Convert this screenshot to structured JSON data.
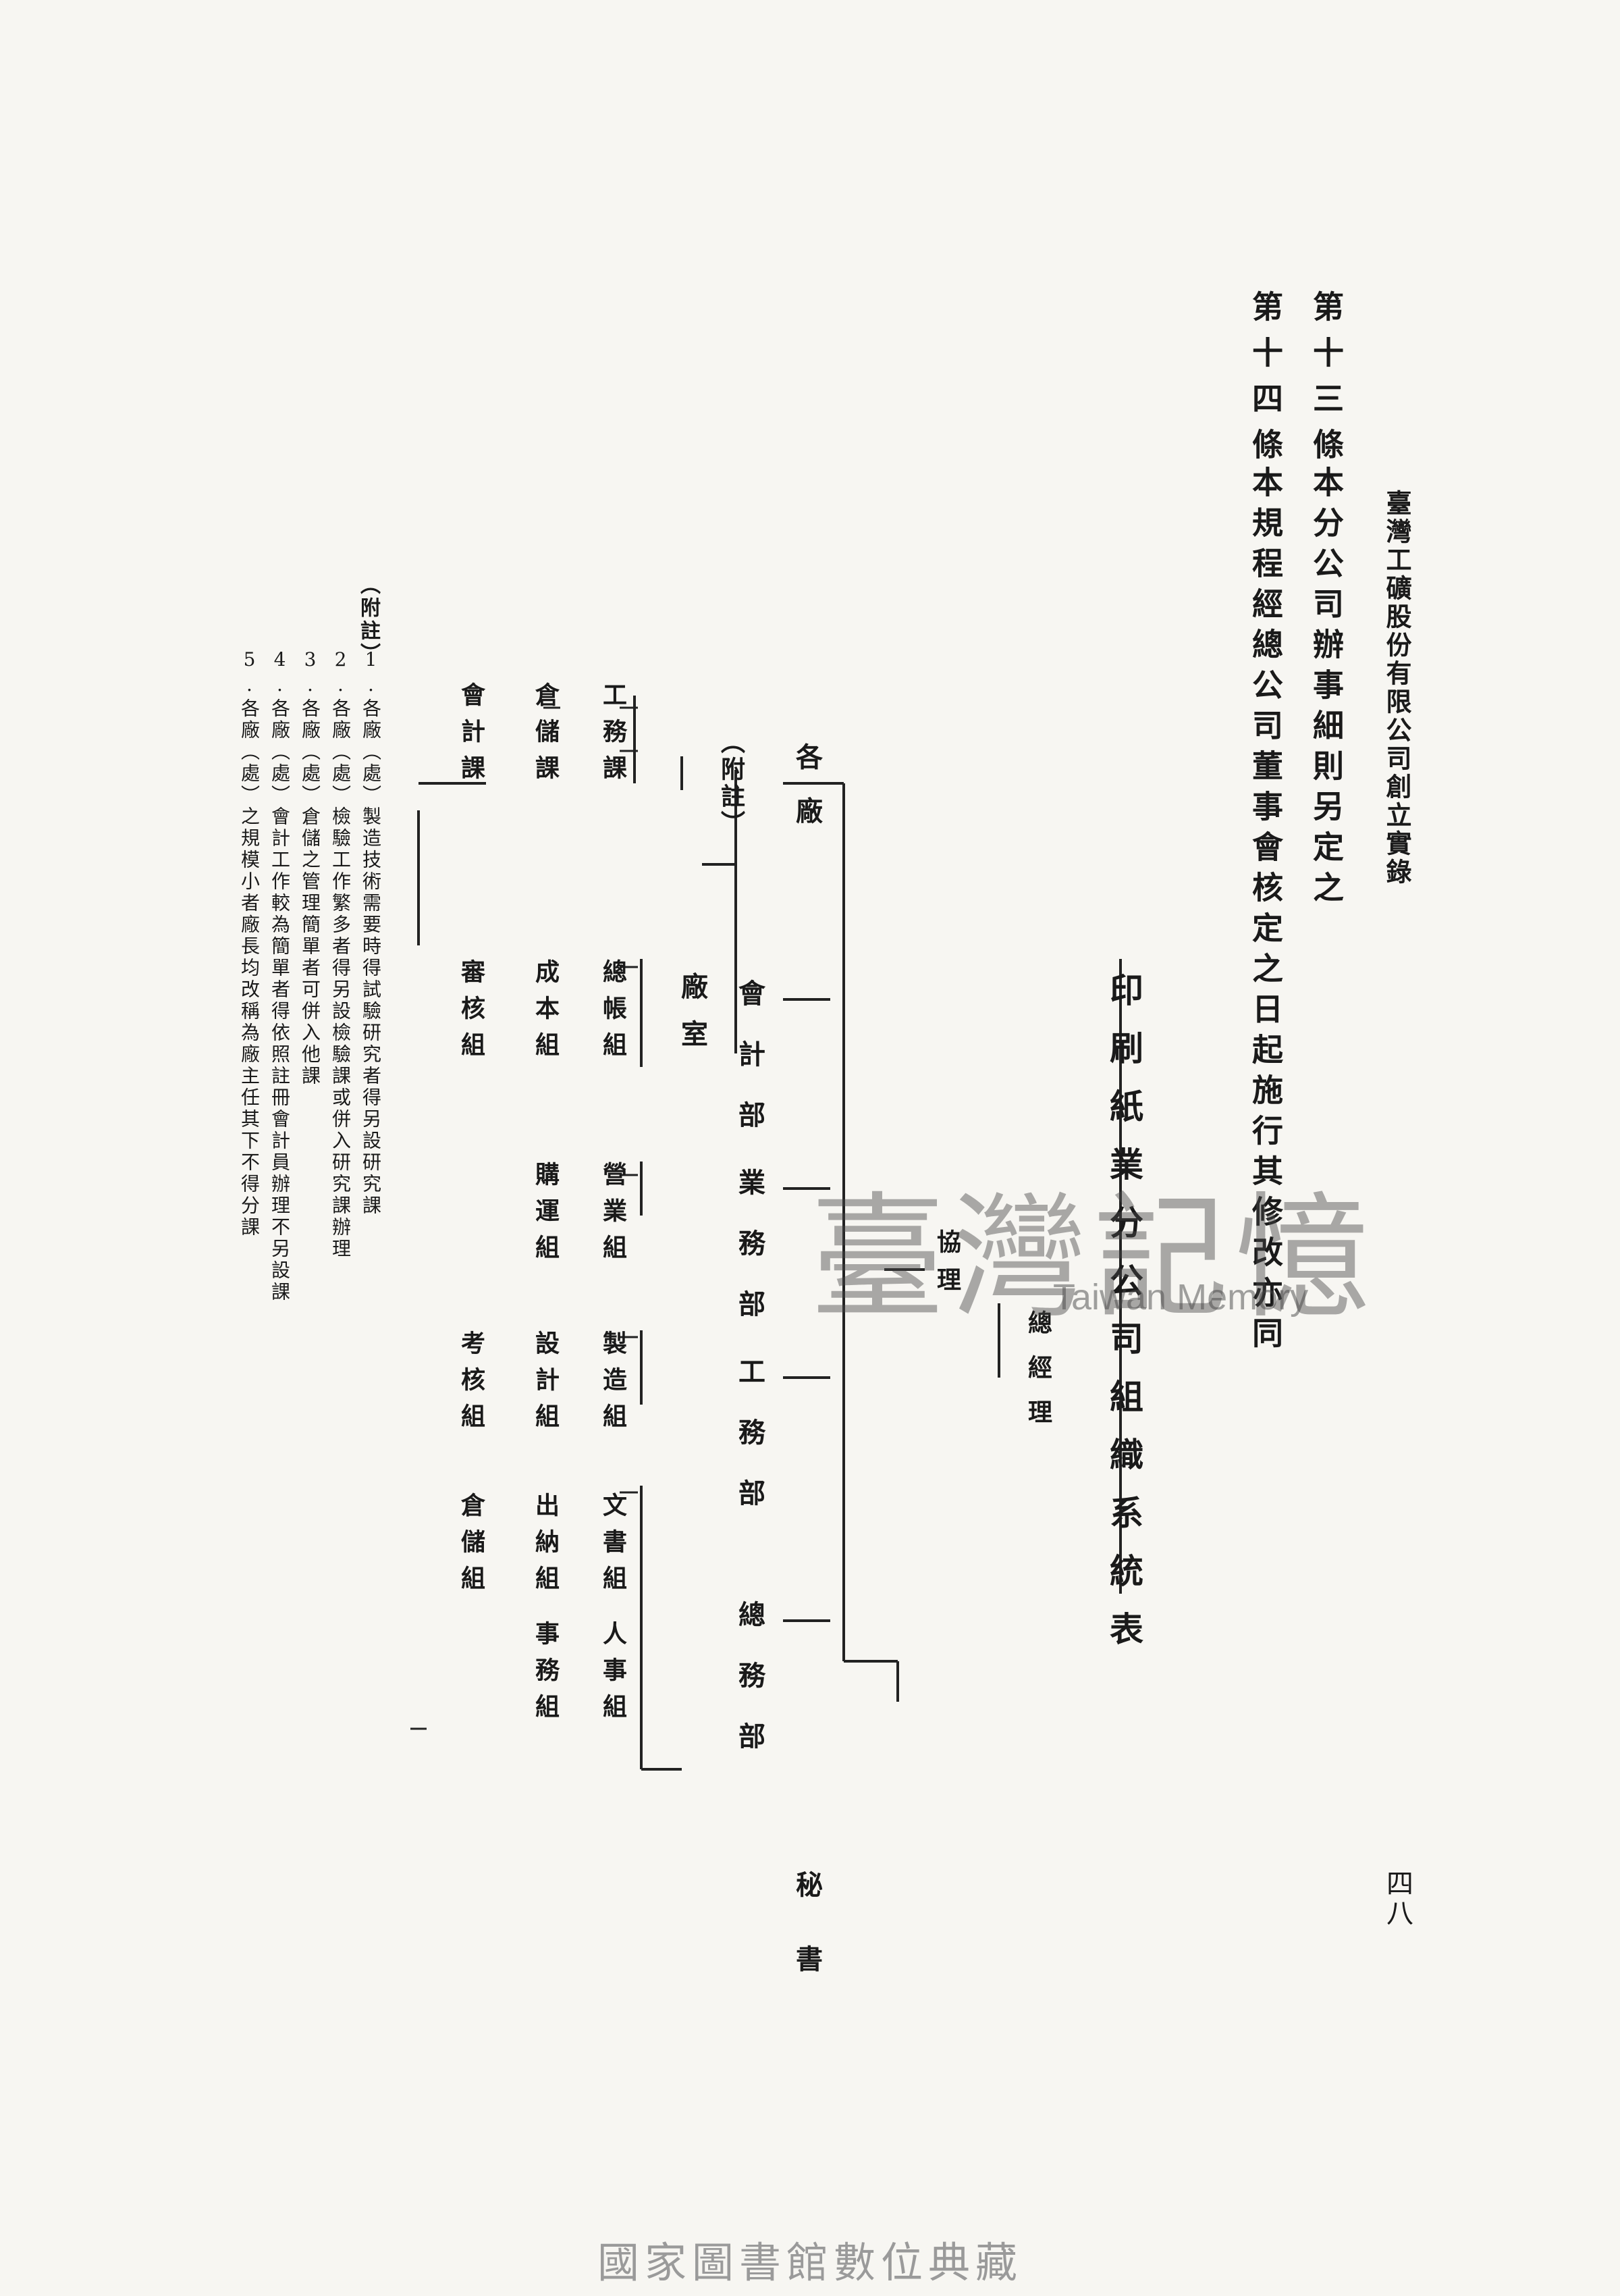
{
  "header": {
    "book_title": "臺灣工礦股份有限公司創立實錄",
    "page_number": "四八"
  },
  "articles": [
    {
      "number": "第十三條",
      "text": "本分公司辦事細則另定之"
    },
    {
      "number": "第十四條",
      "text": "本規程經總公司董事會核定之日起施行其修改亦同"
    }
  ],
  "chart": {
    "title": "印刷紙業分公司組織系統表",
    "top": {
      "general_manager": "總經理",
      "deputy": "協理"
    },
    "departments": {
      "accounting": "會計部",
      "business": "業務部",
      "engineering": "工務部",
      "general_affairs": "總務部",
      "secretary": "秘書"
    },
    "accounting_sections": [
      "總帳組",
      "成本組",
      "審核組"
    ],
    "business_sections": [
      "營業組",
      "購運組"
    ],
    "engineering_sections": [
      "製造組",
      "設計組",
      "考核組"
    ],
    "general_sections": [
      "文書組",
      "人事組",
      "出納組",
      "事務組",
      "倉儲組"
    ],
    "factory": {
      "label": "各廠",
      "note_label": "（附註）",
      "office": "廠室"
    },
    "factory_units": [
      "工務課",
      "倉儲課",
      "會計課"
    ]
  },
  "notes": {
    "heading": "（附註）",
    "items": [
      {
        "n": "1.",
        "text": "各廠（處）製造技術需要時得試驗研究者得另設研究課"
      },
      {
        "n": "2.",
        "text": "各廠（處）檢驗工作繁多者得另設檢驗課或併入研究課辦理"
      },
      {
        "n": "3.",
        "text": "各廠（處）倉儲之管理簡單者可併入他課"
      },
      {
        "n": "4.",
        "text": "各廠（處）會計工作較為簡單者得依照註冊會計員辦理不另設課"
      },
      {
        "n": "5.",
        "text": "各廠（處）之規模小者廠長均改稱為廠主任其下不得分課"
      }
    ]
  },
  "watermark": {
    "cn": "臺灣記憶",
    "en": "Taiwan Memory"
  },
  "footer": "國家圖書館數位典藏"
}
